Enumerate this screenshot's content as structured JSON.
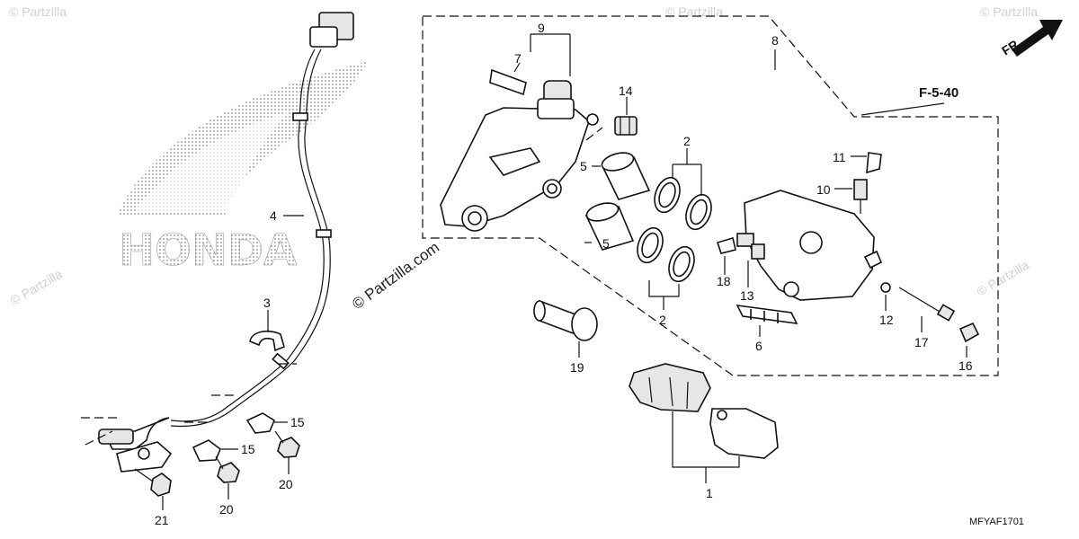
{
  "diagram": {
    "reference": "F-5-40",
    "direction_label": "FR.",
    "brand_logo_text": "HONDA",
    "watermark": "© Partzilla.com",
    "watermark_short": "© Partzilla",
    "footer_code": "MFYAF1701",
    "callouts": {
      "n1": "1",
      "n2a": "2",
      "n2b": "2",
      "n3": "3",
      "n4": "4",
      "n5a": "5",
      "n5b": "5",
      "n6": "6",
      "n7": "7",
      "n8": "8",
      "n9": "9",
      "n10": "10",
      "n11": "11",
      "n12": "12",
      "n13": "13",
      "n14": "14",
      "n15a": "15",
      "n15b": "15",
      "n16": "16",
      "n17": "17",
      "n18": "18",
      "n19": "19",
      "n20a": "20",
      "n20b": "20",
      "n21": "21"
    }
  }
}
